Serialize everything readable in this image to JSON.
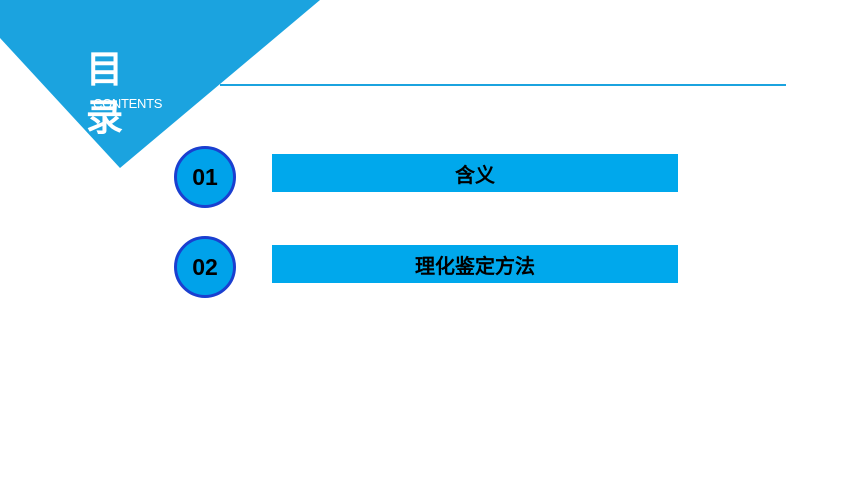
{
  "header": {
    "title": "目 录",
    "subtitle": "CONTENTS"
  },
  "colors": {
    "primary_blue": "#1ba3df",
    "bar_blue": "#00a8ec",
    "circle_border": "#1a3fd0"
  },
  "toc": {
    "items": [
      {
        "number": "01",
        "label": "含义"
      },
      {
        "number": "02",
        "label": "理化鉴定方法"
      }
    ]
  }
}
